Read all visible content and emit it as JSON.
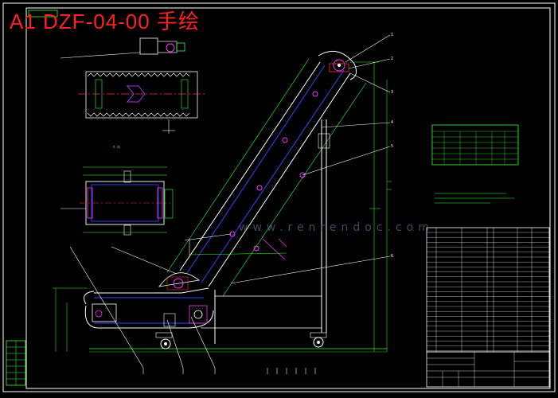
{
  "drawing": {
    "title": "A1 DZF-04-00 手绘",
    "watermark": "www.renrendoc.com"
  },
  "colors": {
    "background": "#000000",
    "frame": "#ffffff",
    "outline": "#ffffff",
    "dimension": "#33ff33",
    "belt": "#3344ff",
    "accent": "#ff33ff",
    "title_red": "#ff2020",
    "watermark": "#5a6a8a"
  },
  "balloons": [
    "1",
    "2",
    "3",
    "4",
    "5",
    "6"
  ]
}
